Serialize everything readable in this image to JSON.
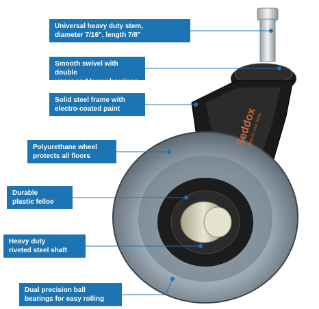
{
  "brand": {
    "logo_text": "Seddox",
    "tagline": "Ideas for your home"
  },
  "callouts": [
    {
      "lines": [
        "Universal heavy duty stem,",
        "diameter 7/16\", length 7/8\""
      ]
    },
    {
      "lines": [
        "Smooth swivel with double",
        "upper and lower bearings"
      ]
    },
    {
      "lines": [
        "Solid steel frame with",
        "electro-coated paint"
      ]
    },
    {
      "lines": [
        "Polyurethane wheel",
        "protects all floors"
      ]
    },
    {
      "lines": [
        "Durable",
        "plastic felloe"
      ]
    },
    {
      "lines": [
        "Heavy duty",
        "riveted steel shaft"
      ]
    },
    {
      "lines": [
        "Dual precision ball",
        "bearings for easy rolling"
      ]
    }
  ],
  "colors": {
    "callout": "#1d74b2",
    "leader": "#1d74b2",
    "frame": "#1a1a1a",
    "wheel": "#8a9aa6",
    "logo": "#c96a3a"
  }
}
